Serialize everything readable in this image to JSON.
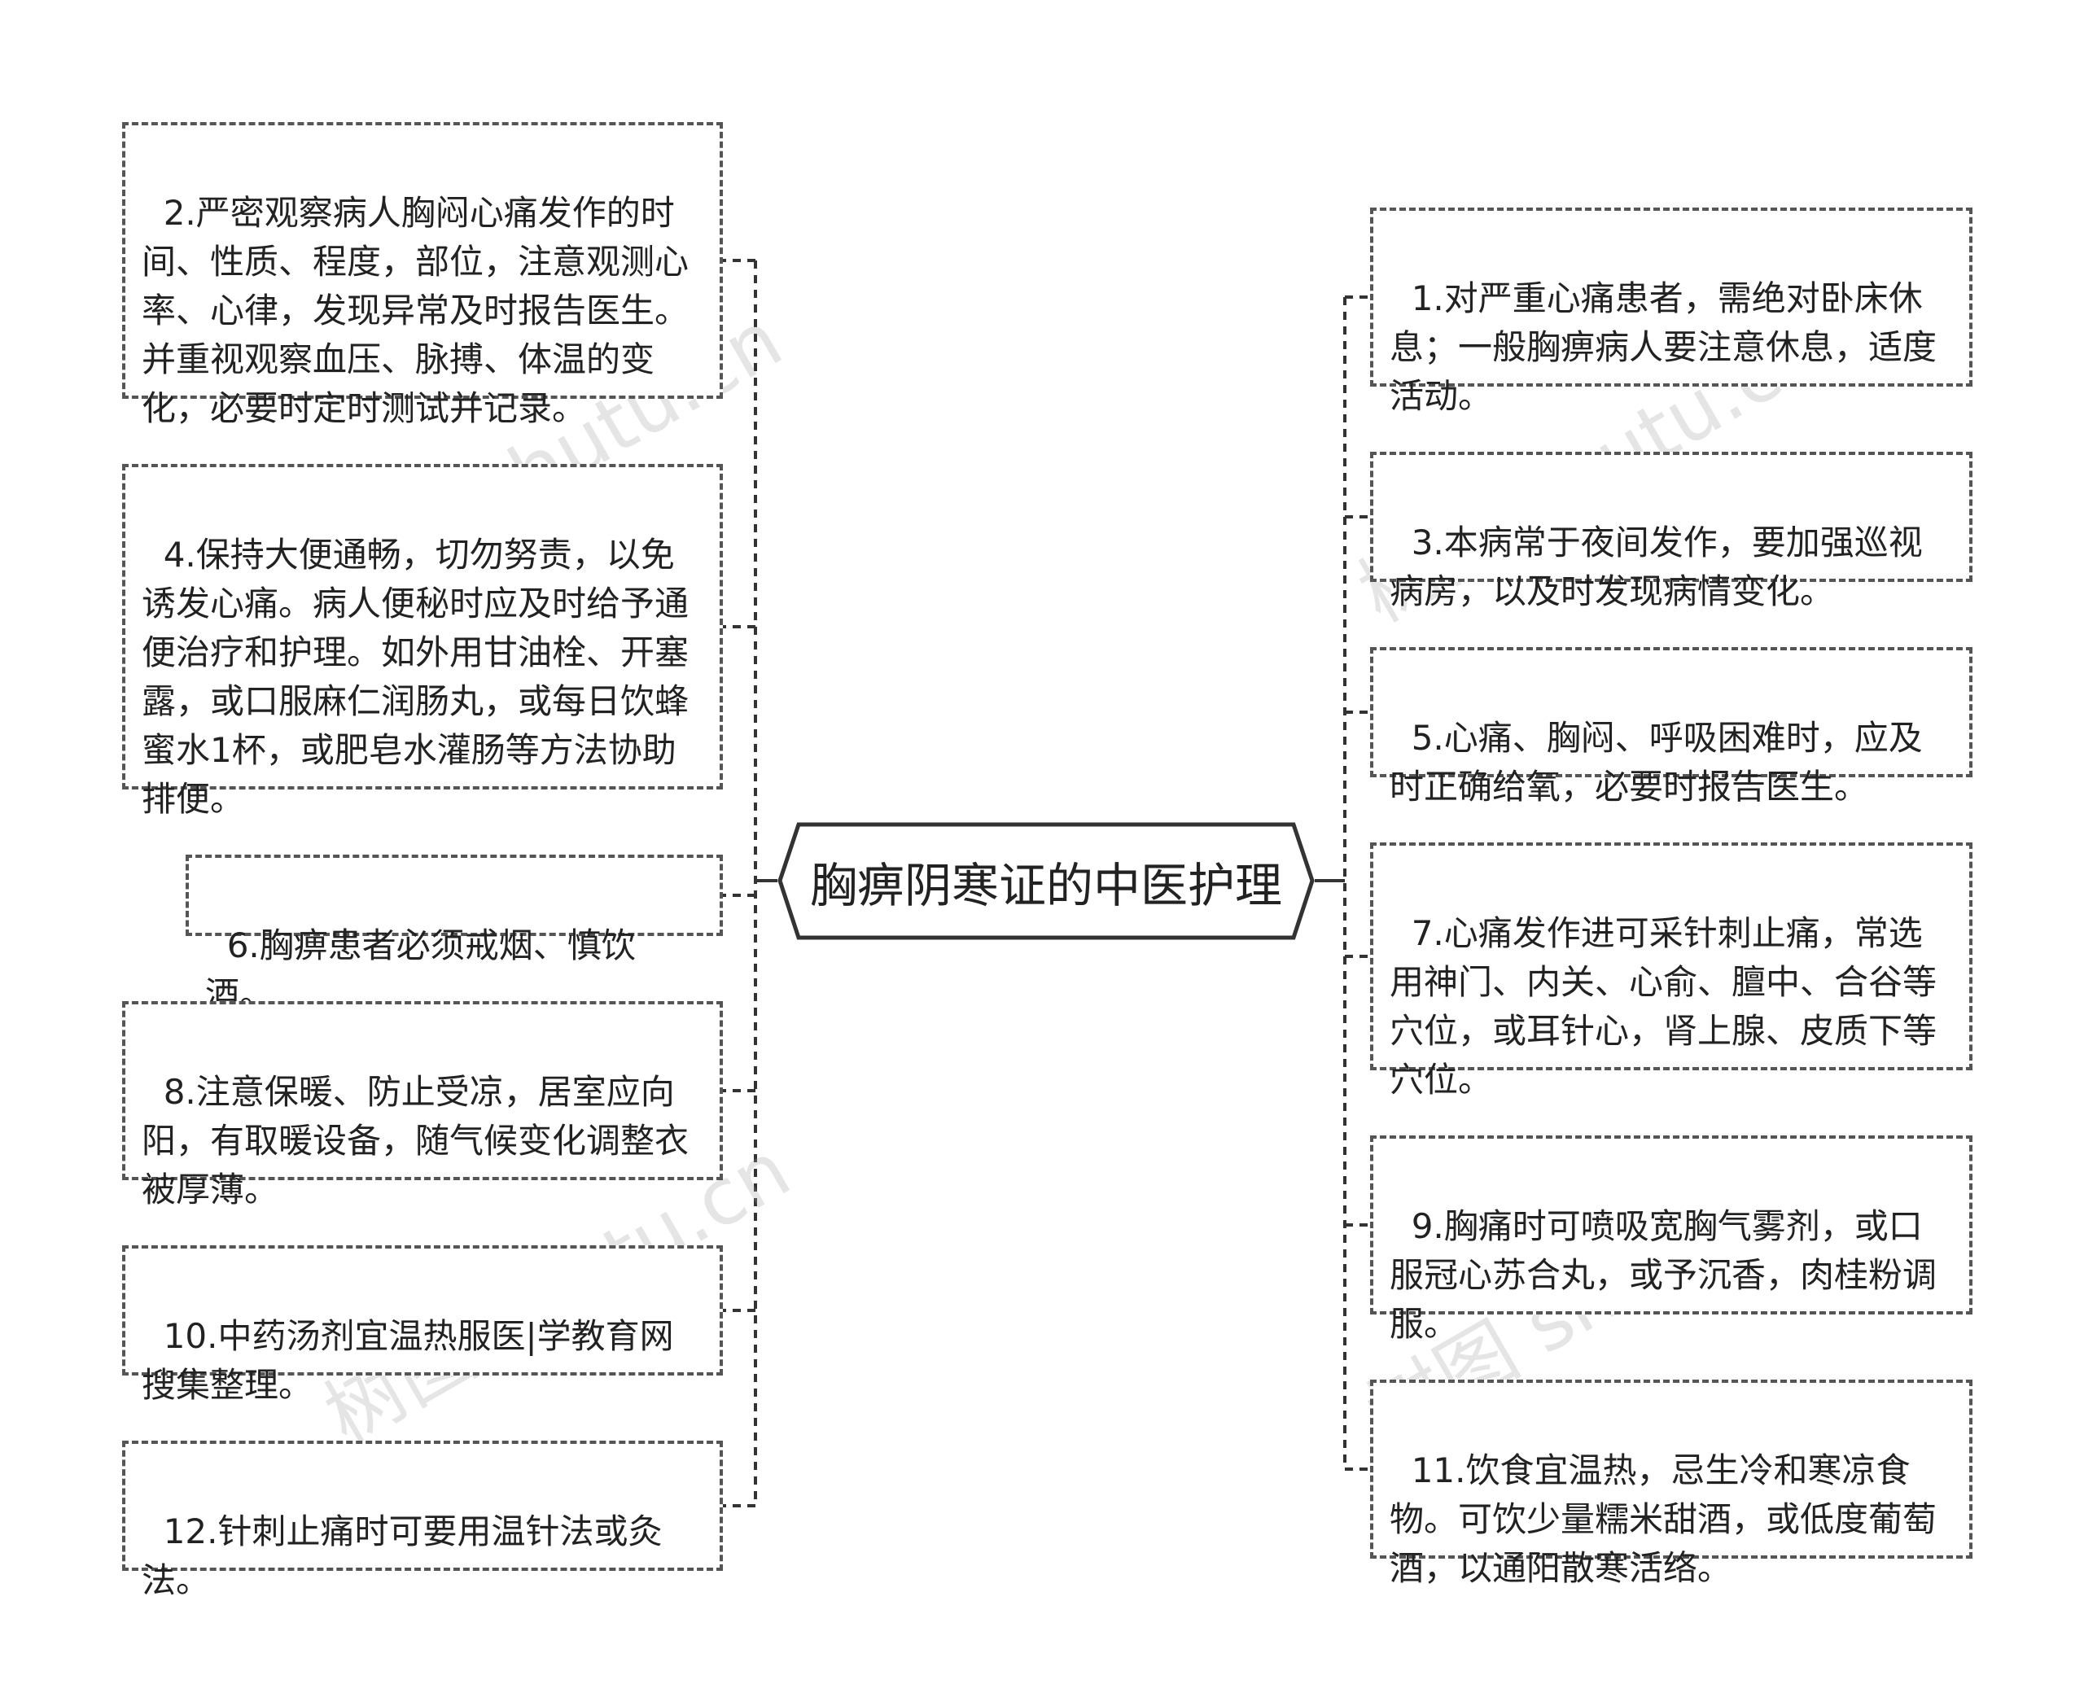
{
  "center": {
    "title": "胸痹阴寒证的中医护理"
  },
  "left_nodes": [
    {
      "id": "n2",
      "text": "2.严密观察病人胸闷心痛发作的时间、性质、程度，部位，注意观测心率、心律，发现异常及时报告医生。并重视观察血压、脉搏、体温的变化，必要时定时测试并记录。"
    },
    {
      "id": "n4",
      "text": "4.保持大便通畅，切勿努责，以免诱发心痛。病人便秘时应及时给予通便治疗和护理。如外用甘油栓、开塞露，或口服麻仁润肠丸，或每日饮蜂蜜水1杯，或肥皂水灌肠等方法协助排便。"
    },
    {
      "id": "n6",
      "text": "6.胸痹患者必须戒烟、慎饮酒。"
    },
    {
      "id": "n8",
      "text": "8.注意保暖、防止受凉，居室应向阳，有取暖设备，随气候变化调整衣被厚薄。"
    },
    {
      "id": "n10",
      "text": "10.中药汤剂宜温热服医|学教育网搜集整理。"
    },
    {
      "id": "n12",
      "text": "12.针刺止痛时可要用温针法或灸法。"
    }
  ],
  "right_nodes": [
    {
      "id": "n1",
      "text": "1.对严重心痛患者，需绝对卧床休息；一般胸痹病人要注意休息，适度活动。"
    },
    {
      "id": "n3",
      "text": "3.本病常于夜间发作，要加强巡视病房，以及时发现病情变化。"
    },
    {
      "id": "n5",
      "text": "5.心痛、胸闷、呼吸困难时，应及时正确给氧，必要时报告医生。"
    },
    {
      "id": "n7",
      "text": "7.心痛发作进可采针刺止痛，常选用神门、内关、心俞、膻中、合谷等穴位，或耳针心，肾上腺、皮质下等穴位。"
    },
    {
      "id": "n9",
      "text": "9.胸痛时可喷吸宽胸气雾剂，或口服冠心苏合丸，或予沉香，肉桂粉调服。"
    },
    {
      "id": "n11",
      "text": "11.饮食宜温热，忌生冷和寒凉食物。可饮少量糯米甜酒，或低度葡萄酒，以通阳散寒活络。"
    }
  ],
  "watermark": {
    "text": "树图 shutu.cn"
  },
  "colors": {
    "line": "#333333",
    "border": "#555555",
    "text": "#222222"
  }
}
